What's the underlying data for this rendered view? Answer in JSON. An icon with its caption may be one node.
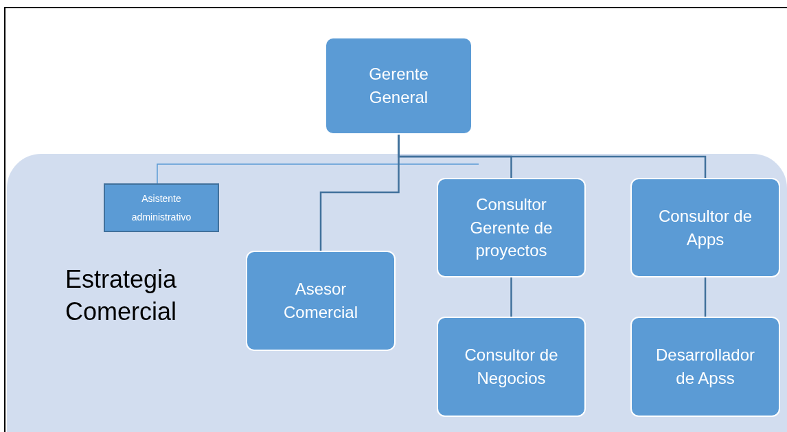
{
  "diagram": {
    "nodes": [
      {
        "text": [
          "Gerente General"
        ]
      },
      {
        "text": [
          "Estrategia Comercial"
        ]
      },
      {
        "text": [
          "Asistente administrativo"
        ],
        "in": 1
      },
      {
        "text": [
          "Asesor Comercial"
        ],
        "in": 1
      },
      {
        "text": [
          "Consultor Gerente de proyectos"
        ],
        "in": 1
      },
      {
        "text": [
          "Consultor de Apps"
        ],
        "in": 1
      },
      {
        "text": [
          "Consultor de Negocios"
        ],
        "in": 1
      },
      {
        "text": [
          "Desarrollador de Apss"
        ],
        "in": 1
      }
    ],
    "edges": [
      {
        "from": 0,
        "to": 2,
        "arrow": "none",
        "color": "#5b9bd5"
      },
      {
        "from": 0,
        "to": 3,
        "arrow": "none"
      },
      {
        "from": 0,
        "to": 4,
        "arrow": "none"
      },
      {
        "from": 0,
        "to": 5,
        "arrow": "none"
      },
      {
        "from": 4,
        "to": 6,
        "arrow": "none"
      },
      {
        "from": 5,
        "to": 7,
        "arrow": "none"
      }
    ]
  }
}
